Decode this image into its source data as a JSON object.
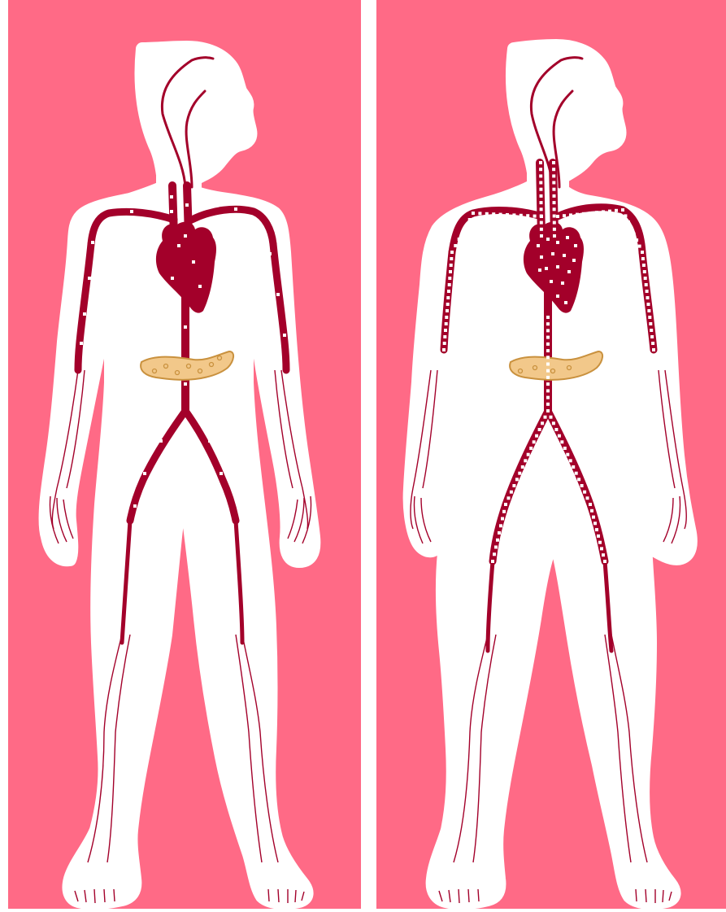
{
  "colors": {
    "background": "#ffffff",
    "panel": "#ff6a86",
    "body_silhouette": "#ffffff",
    "blood_vessel": "#a3002a",
    "heart": "#a3002a",
    "glucose_particle": "#ffffff",
    "pancreas_fill": "#f2c88a",
    "pancreas_outline": "#c9913e"
  },
  "panels": [
    {
      "id": "left",
      "body_build": "slim",
      "glucose_level": "low"
    },
    {
      "id": "right",
      "body_build": "heavier",
      "glucose_level": "high"
    }
  ],
  "organs": [
    "heart",
    "pancreas",
    "blood-vessels"
  ]
}
